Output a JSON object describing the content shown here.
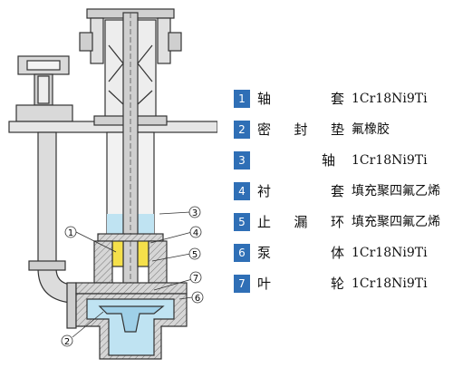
{
  "callouts": [
    "3",
    "1",
    "4",
    "5",
    "7",
    "6",
    "2"
  ],
  "parts": [
    {
      "no": "1",
      "name": "轴  套",
      "material": "1Cr18Ni9Ti"
    },
    {
      "no": "2",
      "name": "密封垫",
      "material": "氟橡胶"
    },
    {
      "no": "3",
      "name": "轴",
      "material": "1Cr18Ni9Ti"
    },
    {
      "no": "4",
      "name": "衬  套",
      "material": "填充聚四氟乙烯"
    },
    {
      "no": "5",
      "name": "止漏环",
      "material": "填充聚四氟乙烯"
    },
    {
      "no": "6",
      "name": "泵  体",
      "material": "1Cr18Ni9Ti"
    },
    {
      "no": "7",
      "name": "叶  轮",
      "material": "1Cr18Ni9Ti"
    }
  ],
  "colors": {
    "accent": "#2f6fb6",
    "liquid": "#bfe3f2",
    "bushing": "#f5e04a",
    "body": "#d9d9d9"
  }
}
